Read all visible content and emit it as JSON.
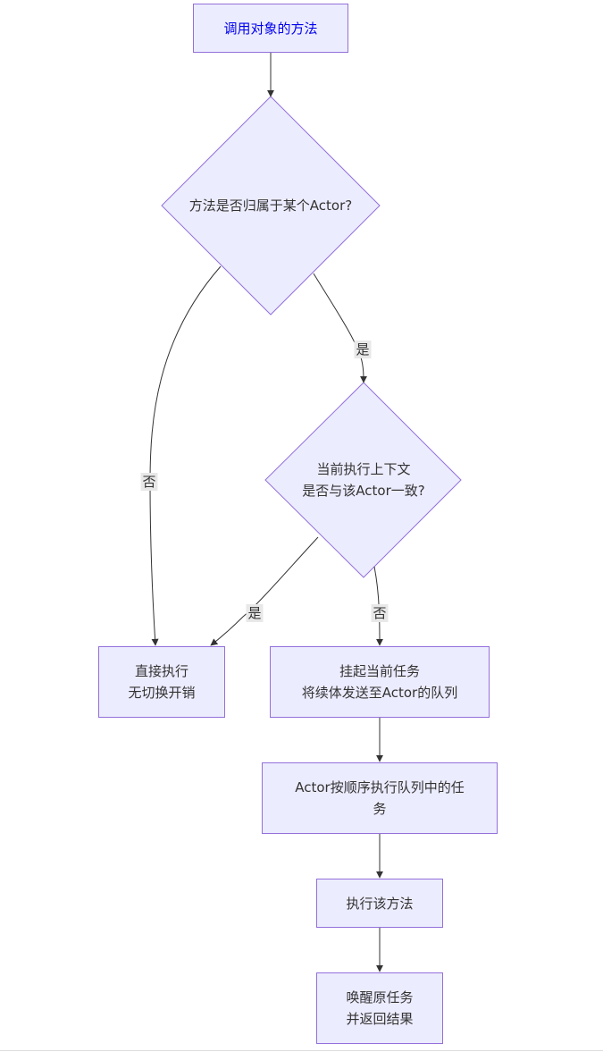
{
  "nodes": {
    "start": {
      "lines": [
        "调用对象的方法"
      ]
    },
    "decision_actor": {
      "lines": [
        "方法是否归属于某个Actor?"
      ]
    },
    "decision_context": {
      "lines": [
        "当前执行上下文",
        "是否与该Actor一致?"
      ]
    },
    "direct_exec": {
      "lines": [
        "直接执行",
        "无切换开销"
      ]
    },
    "suspend": {
      "lines": [
        "挂起当前任务",
        "将续体发送至Actor的队列"
      ]
    },
    "actor_exec_queue": {
      "lines": [
        "Actor按顺序执行队列中的任",
        "务"
      ]
    },
    "exec_method": {
      "lines": [
        "执行该方法"
      ]
    },
    "resume": {
      "lines": [
        "唤醒原任务",
        "并返回结果"
      ]
    }
  },
  "edge_labels": {
    "actor_yes": "是",
    "actor_no": "否",
    "context_yes": "是",
    "context_no": "否"
  },
  "colors": {
    "node_fill": "#ececff",
    "node_stroke": "#9370db",
    "edge": "#333333",
    "label_bg": "#e8e8e8",
    "start_text": "#0000ee"
  }
}
